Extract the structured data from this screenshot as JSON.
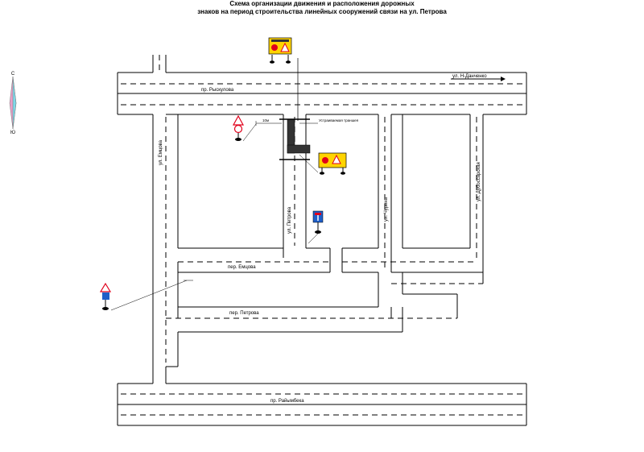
{
  "title": {
    "line1": "Схема организации движения и расположения дорожных",
    "line2": "знаков на период строительства линейных сооружений связи на ул. Петрова"
  },
  "compass": {
    "north": "С",
    "south": "Ю"
  },
  "streets": {
    "ryskulova": "пр. Рыскулова",
    "n_danchenko": "ул. Н-Данченко",
    "emtsova_vertical": "ул. Емцова",
    "petrova_street": "ул. Петрова",
    "churina": "ул. Чурина",
    "dubossarskaya": "ул. Дубоссарская",
    "emtsova_lane": "пер. Емцова",
    "petrova_lane": "пер. Петрова",
    "raiymbeka": "пр. Райымбека"
  },
  "annotations": {
    "trench": "Устраиваемая траншея",
    "distance": "10м"
  },
  "colors": {
    "sign_yellow": "#ffd400",
    "sign_red": "#e0001b",
    "sign_blue": "#1f5fc8",
    "compass_pink": "#e8a0c8",
    "compass_cyan": "#7fd8e8",
    "trench_fill": "#333333"
  }
}
